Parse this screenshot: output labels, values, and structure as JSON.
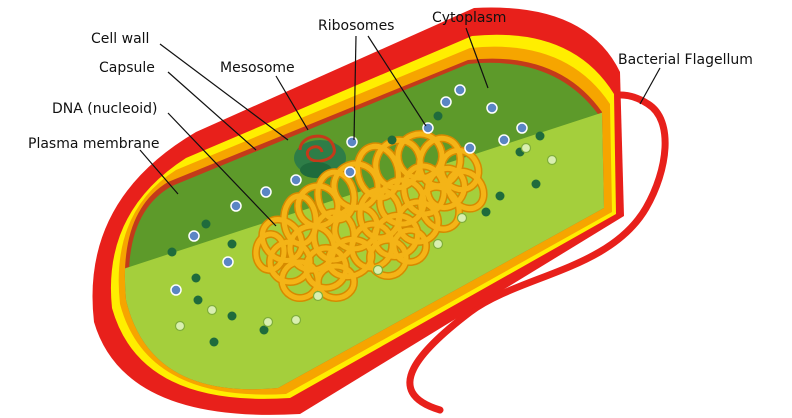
{
  "labels": {
    "cell_wall": "Cell wall",
    "capsule": "Capsule",
    "dna": "DNA (nucleoid)",
    "plasma_membrane": "Plasma membrane",
    "mesosome": "Mesosome",
    "ribosomes": "Ribosomes",
    "cytoplasm": "Cytoplasm",
    "flagellum": "Bacterial Flagellum"
  },
  "colors": {
    "capsule": "#e8201b",
    "cell_wall": "#ffee00",
    "periplasm": "#f6a500",
    "membrane": "#c43a1a",
    "cytoplasm_dark": "#5d9a2a",
    "cytoplasm_light": "#a4cf3c",
    "dna": "#f4b417",
    "dna_stroke": "#d68a00",
    "ribosome": "#5b86c4",
    "granule": "#1f6b3c",
    "mesosome": "#2e8b57"
  },
  "icons": {
    "ribosome": "ribosome-dot-icon",
    "granule": "granule-dot-icon"
  }
}
